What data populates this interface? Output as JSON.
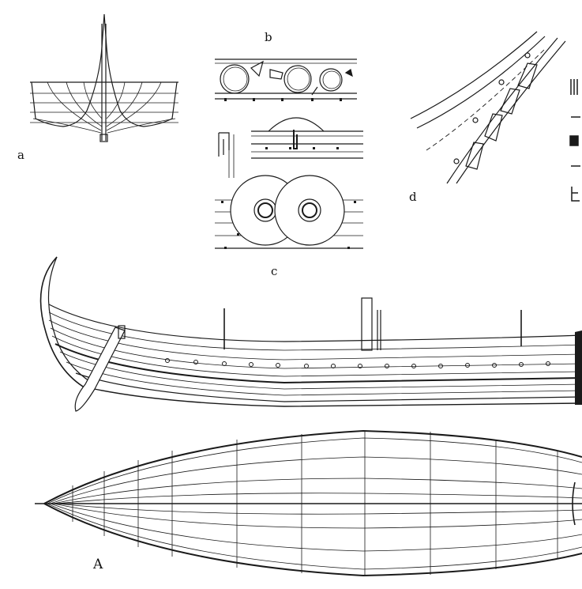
{
  "figure": {
    "labels": {
      "a": "a",
      "b": "b",
      "c": "c",
      "d": "d",
      "A": "A"
    },
    "ink_color": "#1a1a1a",
    "paper_color": "#ffffff"
  }
}
